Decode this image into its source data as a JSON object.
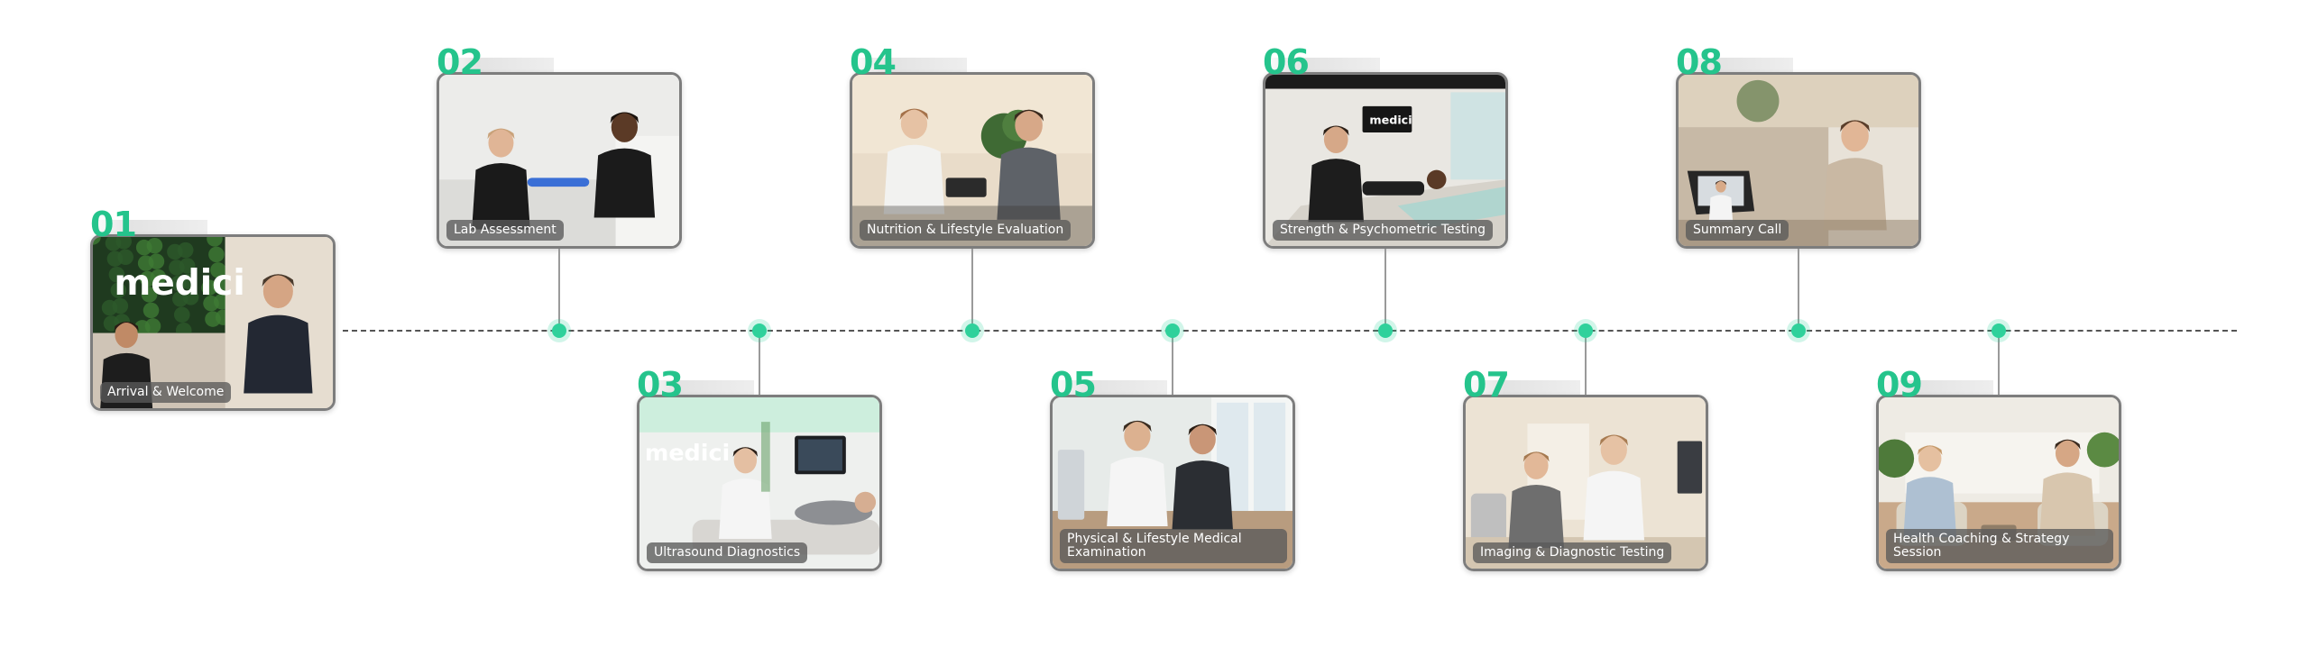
{
  "timeline": {
    "steps": [
      {
        "number": "01",
        "label": "Arrival & Welcome",
        "position": "bottom-row-left",
        "scene": "reception"
      },
      {
        "number": "02",
        "label": "Lab Assessment",
        "position": "above",
        "scene": "blood-draw"
      },
      {
        "number": "03",
        "label": "Ultrasound Diagnostics",
        "position": "below",
        "scene": "ultrasound"
      },
      {
        "number": "04",
        "label": "Nutrition & Lifestyle Evaluation",
        "position": "above",
        "scene": "consultation"
      },
      {
        "number": "05",
        "label": "Physical & Lifestyle Medical Examination",
        "position": "below",
        "scene": "examination"
      },
      {
        "number": "06",
        "label": "Strength & Psychometric Testing",
        "position": "above",
        "scene": "gym"
      },
      {
        "number": "07",
        "label": "Imaging & Diagnostic Testing",
        "position": "below",
        "scene": "imaging"
      },
      {
        "number": "08",
        "label": "Summary Call",
        "position": "above",
        "scene": "video-call"
      },
      {
        "number": "09",
        "label": "Health Coaching & Strategy Session",
        "position": "below",
        "scene": "coaching"
      }
    ],
    "logo_text": "medici"
  },
  "colors": {
    "accent": "#2fd19b",
    "number": "#25c48c",
    "card_border": "#7d7d7d",
    "label_bg": "#5a5a5a",
    "axis": "#555555"
  }
}
